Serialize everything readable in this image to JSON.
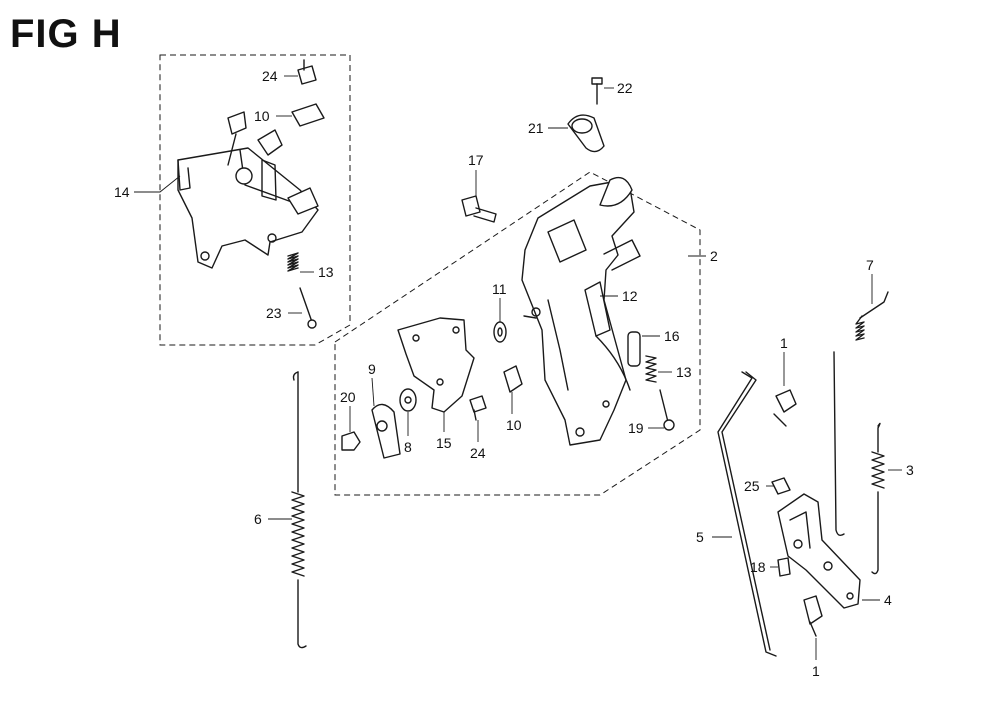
{
  "figure": {
    "title": "FIG H"
  },
  "callouts": [
    {
      "id": "c24a",
      "label": "24"
    },
    {
      "id": "c10a",
      "label": "10"
    },
    {
      "id": "c14",
      "label": "14"
    },
    {
      "id": "c13a",
      "label": "13"
    },
    {
      "id": "c23",
      "label": "23"
    },
    {
      "id": "c22",
      "label": "22"
    },
    {
      "id": "c21",
      "label": "21"
    },
    {
      "id": "c17",
      "label": "17"
    },
    {
      "id": "c2",
      "label": "2"
    },
    {
      "id": "c12",
      "label": "12"
    },
    {
      "id": "c11",
      "label": "11"
    },
    {
      "id": "c16",
      "label": "16"
    },
    {
      "id": "c13b",
      "label": "13"
    },
    {
      "id": "c9",
      "label": "9"
    },
    {
      "id": "c20",
      "label": "20"
    },
    {
      "id": "c8",
      "label": "8"
    },
    {
      "id": "c15",
      "label": "15"
    },
    {
      "id": "c24b",
      "label": "24"
    },
    {
      "id": "c10b",
      "label": "10"
    },
    {
      "id": "c19",
      "label": "19"
    },
    {
      "id": "c7",
      "label": "7"
    },
    {
      "id": "c1a",
      "label": "1"
    },
    {
      "id": "c3",
      "label": "3"
    },
    {
      "id": "c6",
      "label": "6"
    },
    {
      "id": "c25",
      "label": "25"
    },
    {
      "id": "c5",
      "label": "5"
    },
    {
      "id": "c18",
      "label": "18"
    },
    {
      "id": "c4",
      "label": "4"
    },
    {
      "id": "c1b",
      "label": "1"
    }
  ]
}
